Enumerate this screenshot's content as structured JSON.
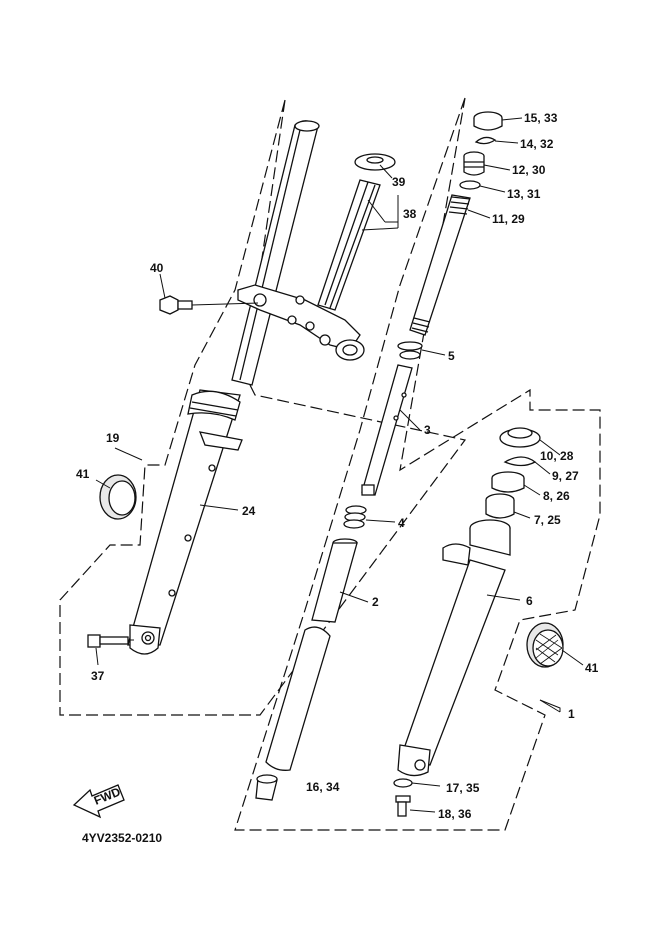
{
  "diagram": {
    "code": "4YV2352-0210",
    "fwd_label": "FWD",
    "callouts": {
      "c1": "1",
      "c2": "2",
      "c3": "3",
      "c4": "4",
      "c5": "5",
      "c6": "6",
      "c7_25": "7, 25",
      "c8_26": "8, 26",
      "c9_27": "9, 27",
      "c10_28": "10, 28",
      "c11_29": "11, 29",
      "c12_30": "12, 30",
      "c13_31": "13, 31",
      "c14_32": "14, 32",
      "c15_33": "15, 33",
      "c16_34": "16, 34",
      "c17_35": "17, 35",
      "c18_36": "18, 36",
      "c19": "19",
      "c24": "24",
      "c37": "37",
      "c38": "38",
      "c39": "39",
      "c40": "40",
      "c41_left": "41",
      "c41_right": "41"
    }
  }
}
